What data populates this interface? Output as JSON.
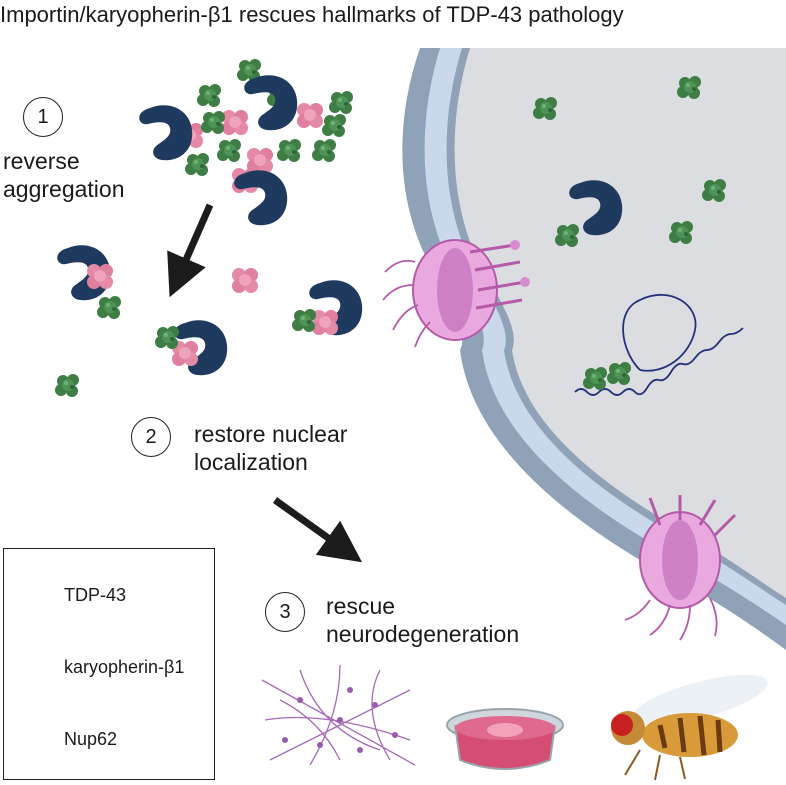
{
  "title": "Importin/karyopherin-β1 rescues hallmarks of TDP-43 pathology",
  "steps": [
    {
      "number": "1",
      "text": "reverse\naggregation"
    },
    {
      "number": "2",
      "text": "restore nuclear\nlocalization"
    },
    {
      "number": "3",
      "text": "rescue\nneurodegeneration"
    }
  ],
  "legend": {
    "items": [
      {
        "label": "TDP-43",
        "icon": "tdp43-cluster-icon",
        "color": "#3e7e45"
      },
      {
        "label": "karyopherin-β1",
        "icon": "karyopherin-kidney-icon",
        "color": "#1f3a5f"
      },
      {
        "label": "Nup62",
        "icon": "nup62-cluster-icon",
        "color": "#e58aa6"
      }
    ]
  },
  "colors": {
    "tdp43": "#3e7e45",
    "karyopherin": "#1f3a5f",
    "nup62": "#e58aa6",
    "nucleus": "#dcdde0",
    "membrane_outer": "#8fa2b7",
    "membrane_inner": "#c9d8ea",
    "pore": "#d98bd0",
    "arrow": "#1c1c1c"
  }
}
